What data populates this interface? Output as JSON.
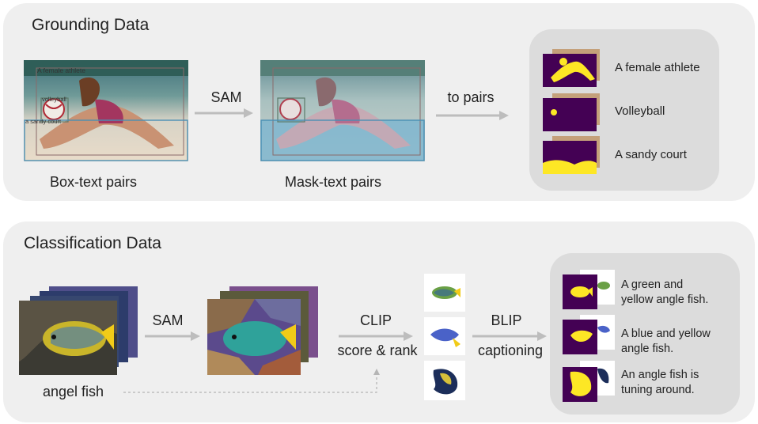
{
  "grounding": {
    "title": "Grounding Data",
    "image_box_label": "A female athlete",
    "image_box_label_ball": "volleyball",
    "image_box_label_court": "a sandy court",
    "box_text_caption": "Box-text pairs",
    "sam_label": "SAM",
    "mask_text_caption": "Mask-text pairs",
    "to_pairs_label": "to pairs",
    "pairs": [
      {
        "label": "A female athlete"
      },
      {
        "label": "Volleyball"
      },
      {
        "label": "A sandy court"
      }
    ]
  },
  "classification": {
    "title": "Classification Data",
    "sam_label": "SAM",
    "clip_label": "CLIP",
    "score_rank_label": "score & rank",
    "blip_label": "BLIP",
    "captioning_label": "captioning",
    "angel_fish_label": "angel fish",
    "captions": [
      {
        "line1": "A green and",
        "line2": "yellow angle fish."
      },
      {
        "line1": "A blue and yellow",
        "line2": "angle fish."
      },
      {
        "line1": "An angle fish is",
        "line2": "tuning around."
      }
    ]
  },
  "colors": {
    "panel": "#efefef",
    "inner_panel": "#dcdcdc",
    "arrow": "#bdbdbd",
    "mask_bg": "#440154",
    "mask_fg": "#fde725"
  }
}
